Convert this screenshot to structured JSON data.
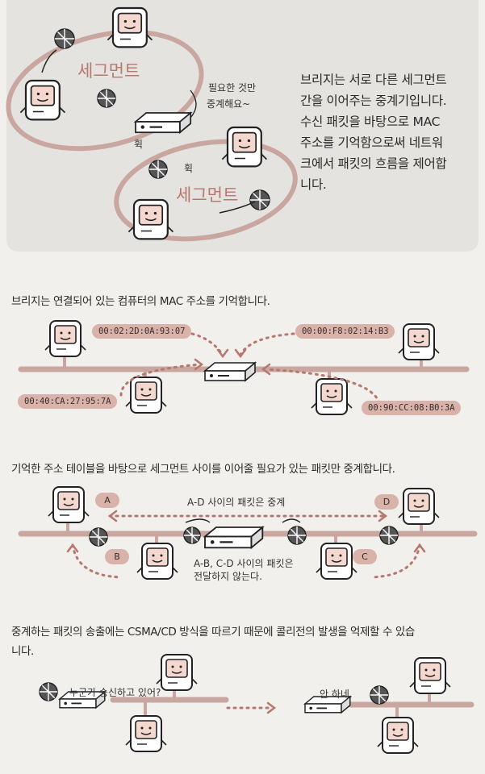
{
  "intro": {
    "segment_top": "세그먼트",
    "segment_bottom": "세그먼트",
    "speech_line1": "필요한 것만",
    "speech_line2": "중계해요~",
    "whoosh1": "휙",
    "whoosh2": "휙",
    "text_lines": [
      "브리지는 서로 다른 세그먼트",
      "간을 이어주는 중계기입니다.",
      "수신 패킷을 바탕으로 MAC",
      "주소를 기억함으로써 네트워",
      "크에서 패킷의 흐름을 제어합",
      "니다."
    ]
  },
  "section1": {
    "caption": "브리지는 연결되어 있는 컴퓨터의 MAC 주소를 기억합니다.",
    "mac_addresses": [
      "00:02:2D:0A:93:07",
      "00:00:F8:02:14:B3",
      "00:40:CA:27:95:7A",
      "00:90:CC:08:B0:3A"
    ]
  },
  "section2": {
    "caption": "기억한 주소 테이블을 바탕으로 세그먼트 사이를 이어줄 필요가 있는 패킷만 중계합니다.",
    "labels": [
      "A",
      "B",
      "C",
      "D"
    ],
    "relay_note": "A-D 사이의 패킷은 중계",
    "block_note_line1": "A-B, C-D 사이의 패킷은",
    "block_note_line2": "전달하지 않는다."
  },
  "section3": {
    "caption_line1": "중계하는 패킷의 송출에는 CSMA/CD 방식을 따르기 때문에 콜리전의 발생을 억제할 수 있습",
    "caption_line2": "니다.",
    "left_bubble": "누군가 송신하고 있어?",
    "right_bubble": "안 하네."
  },
  "colors": {
    "accent": "#b8776e",
    "tag": "#d9b2aa",
    "wire": "#c9a7a0"
  }
}
